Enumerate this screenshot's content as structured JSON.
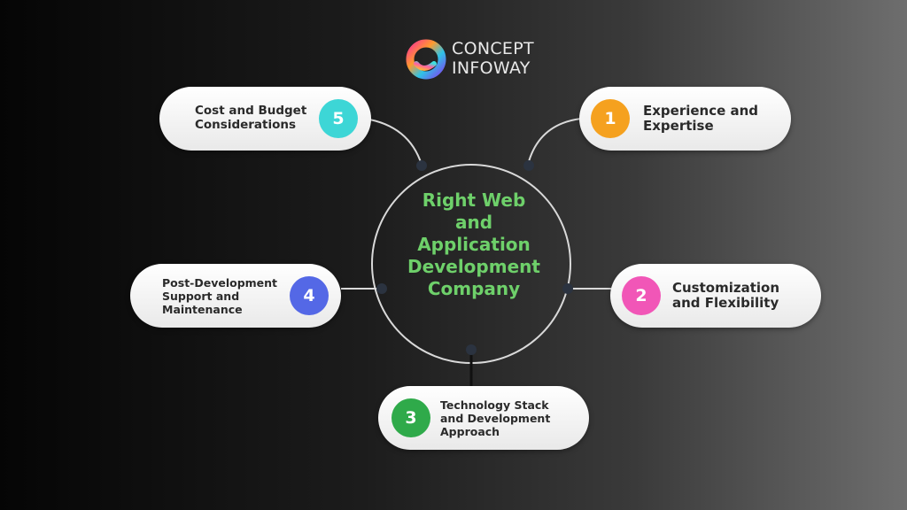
{
  "brand": {
    "name_line1": "CONCEPT",
    "name_line2": "INFOWAY"
  },
  "center": {
    "title": "Right Web\nand\nApplication\nDevelopment\nCompany"
  },
  "items": [
    {
      "number": "1",
      "label": "Experience and\nExpertise",
      "color": "#f5a11f"
    },
    {
      "number": "2",
      "label": "Customization\nand Flexibility",
      "color": "#f156b7"
    },
    {
      "number": "3",
      "label": "Technology Stack\nand Development\nApproach",
      "color": "#2faa4a"
    },
    {
      "number": "4",
      "label": "Post-Development\nSupport and\nMaintenance",
      "color": "#5468e6"
    },
    {
      "number": "5",
      "label": "Cost and Budget\nConsiderations",
      "color": "#3dd6d6"
    }
  ],
  "colors": {
    "center_title": "#6ed06a",
    "connector": "#d9d9d9",
    "node": "#2b3340"
  }
}
